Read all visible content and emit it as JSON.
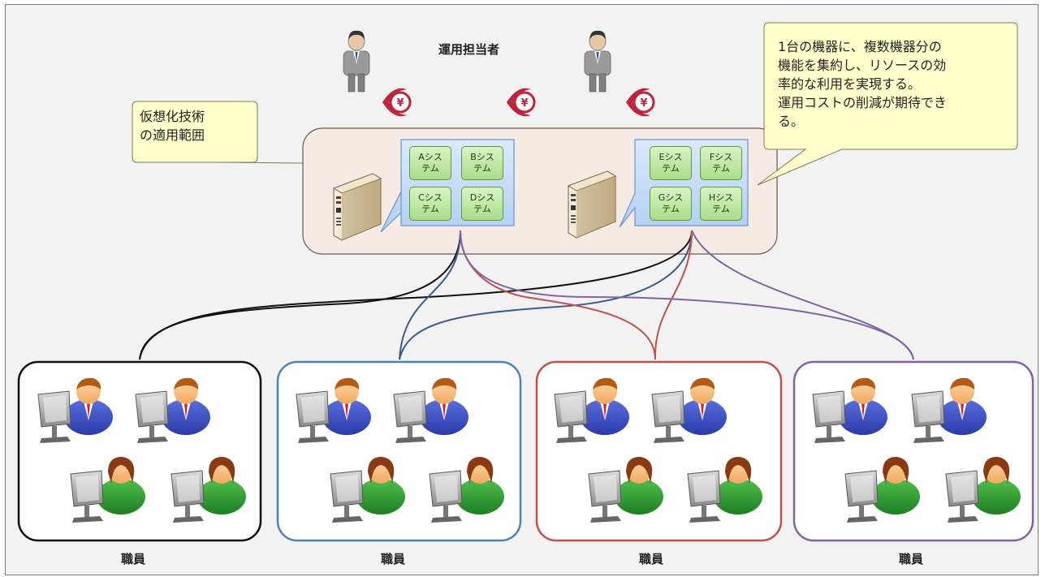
{
  "operators_label": "運用担当者",
  "callout_left": [
    "仮想化技術",
    "の適用範囲"
  ],
  "callout_right": [
    "1台の機器に、複数機器分の",
    "機能を集約し、リソースの効",
    "率的な利用を実現する。",
    "運用コストの削減が期待でき",
    "る。"
  ],
  "systems_left": [
    [
      "Aシス",
      "テム"
    ],
    [
      "Bシス",
      "テム"
    ],
    [
      "Cシス",
      "テム"
    ],
    [
      "Dシス",
      "テム"
    ]
  ],
  "systems_right": [
    [
      "Eシス",
      "テム"
    ],
    [
      "Fシス",
      "テム"
    ],
    [
      "Gシス",
      "テム"
    ],
    [
      "Hシス",
      "テム"
    ]
  ],
  "staff_groups": [
    {
      "label": "職員",
      "color": "#111111"
    },
    {
      "label": "職員",
      "color": "#4f81bd"
    },
    {
      "label": "職員",
      "color": "#c0504d"
    },
    {
      "label": "職員",
      "color": "#8064a2"
    }
  ],
  "colors": {
    "virt_area": "#f5ebe4",
    "callout": "#ffffcc",
    "system_panel": "#c6dcf7",
    "yen_icon": "#c0243b"
  },
  "icons": [
    "businessman-icon",
    "yen-coin-icon",
    "server-icon",
    "office-worker-icon"
  ]
}
